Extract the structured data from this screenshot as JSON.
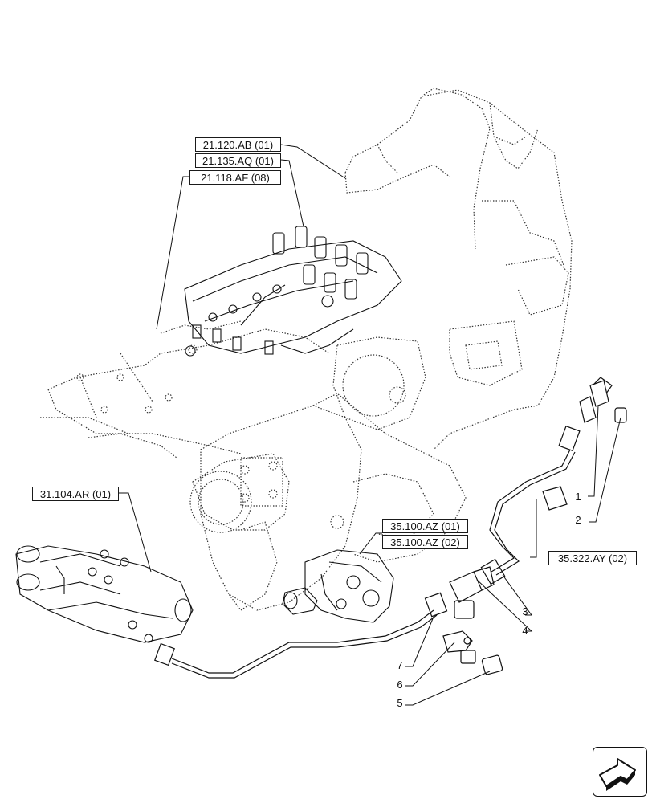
{
  "references": [
    {
      "id": "r1",
      "label": "21.120.AB (01)"
    },
    {
      "id": "r2",
      "label": "21.135.AQ (01)"
    },
    {
      "id": "r3",
      "label": "21.118.AF (08)"
    },
    {
      "id": "r4",
      "label": "31.104.AR (01)"
    },
    {
      "id": "r5",
      "label": "35.100.AZ (01)"
    },
    {
      "id": "r6",
      "label": "35.100.AZ (02)"
    },
    {
      "id": "r7",
      "label": "35.322.AY (02)"
    }
  ],
  "callouts": [
    "1",
    "2",
    "3",
    "4",
    "5",
    "6",
    "7"
  ],
  "navigation": {
    "icon": "next-page-arrow-icon"
  },
  "colors": {
    "line": "#111111",
    "hidden_line": "#333333",
    "background": "#ffffff"
  }
}
